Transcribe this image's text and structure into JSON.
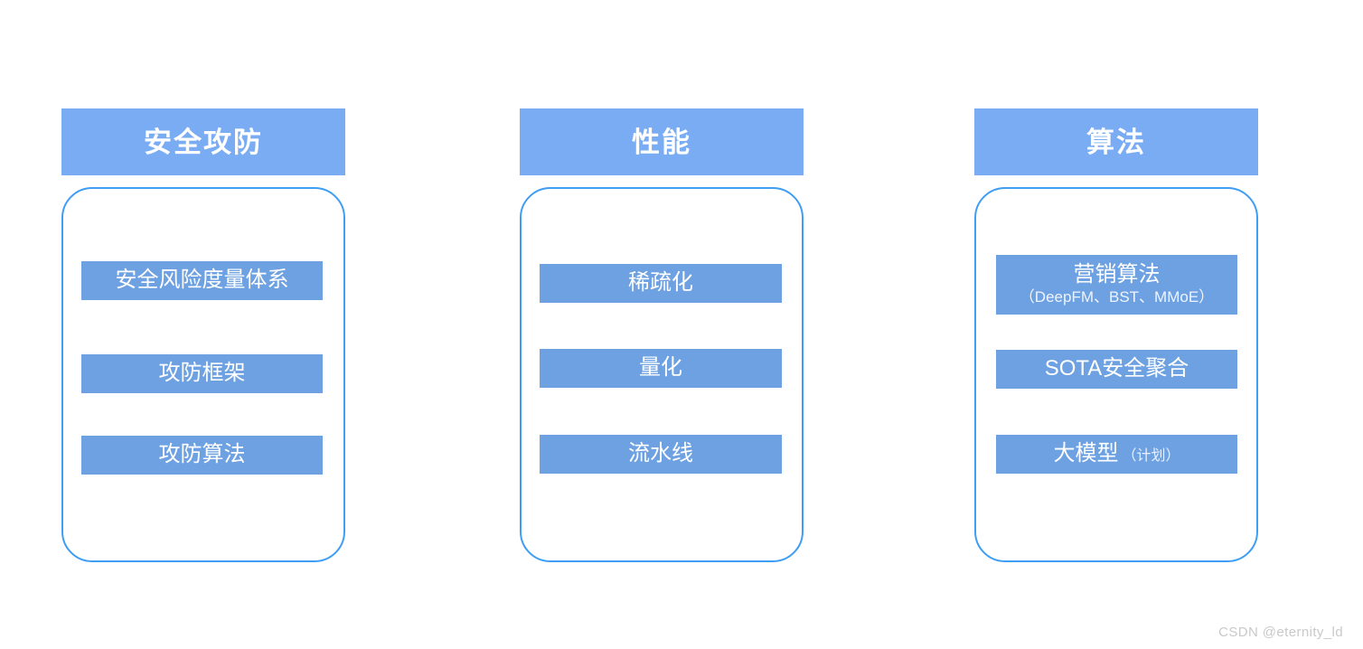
{
  "page": {
    "background": "#ffffff",
    "watermark": "CSDN @eternity_ld"
  },
  "colors": {
    "header_blue": "#7aacf4",
    "item_blue": "#6ea1e2",
    "border_blue": "#3e9ef4",
    "header_text": "#ffffff",
    "item_text": "#ffffff",
    "watermark_text": "#c9c9c9"
  },
  "columns": [
    {
      "header": "安全攻防",
      "items": [
        {
          "main": "安全风险度量体系",
          "sub": "",
          "sub_inline": ""
        },
        {
          "main": "攻防框架",
          "sub": "",
          "sub_inline": ""
        },
        {
          "main": "攻防算法",
          "sub": "",
          "sub_inline": ""
        }
      ]
    },
    {
      "header": "性能",
      "items": [
        {
          "main": "稀疏化",
          "sub": "",
          "sub_inline": ""
        },
        {
          "main": "量化",
          "sub": "",
          "sub_inline": ""
        },
        {
          "main": "流水线",
          "sub": "",
          "sub_inline": ""
        }
      ]
    },
    {
      "header": "算法",
      "items": [
        {
          "main": "营销算法",
          "sub": "（DeepFM、BST、MMoE）",
          "sub_inline": ""
        },
        {
          "main": "SOTA安全聚合",
          "sub": "",
          "sub_inline": ""
        },
        {
          "main": "大模型",
          "sub": "",
          "sub_inline": "（计划）"
        }
      ]
    }
  ]
}
